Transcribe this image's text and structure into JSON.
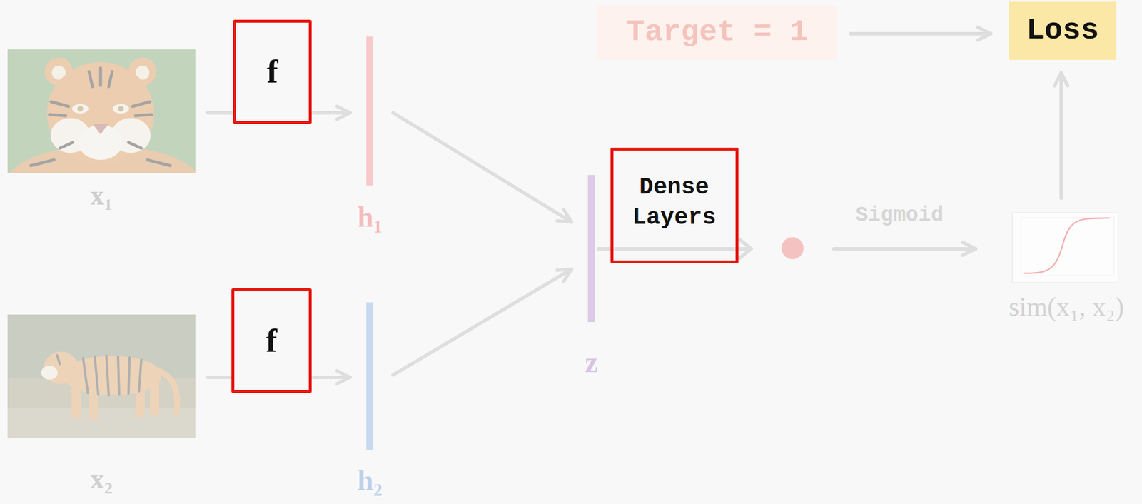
{
  "diagram": {
    "nodes": [
      {
        "text": [
          "x₁"
        ]
      },
      {
        "text": [
          "f"
        ]
      },
      {
        "text": [
          "x₂"
        ]
      },
      {
        "text": [
          "f"
        ]
      },
      {
        "text": [
          "h₁"
        ]
      },
      {
        "text": [
          "h₂"
        ]
      },
      {
        "text": [
          "z"
        ]
      },
      {
        "text": [
          "Dense Layers"
        ]
      },
      {
        "text": [
          "sim(x₁, x₂)"
        ]
      },
      {
        "text": [
          "Target = 1"
        ]
      },
      {
        "text": [
          "Loss"
        ]
      }
    ],
    "edges": [
      {
        "from": 0,
        "to": 1,
        "arrow": "none"
      },
      {
        "from": 1,
        "to": 4,
        "arrow": "to"
      },
      {
        "from": 2,
        "to": 3,
        "arrow": "none"
      },
      {
        "from": 3,
        "to": 5,
        "arrow": "to"
      },
      {
        "from": 4,
        "to": 6,
        "arrow": "to"
      },
      {
        "from": 5,
        "to": 6,
        "arrow": "to"
      },
      {
        "from": 6,
        "to": 7,
        "arrow": "none"
      },
      {
        "from": 7,
        "to": 8,
        "arrow": "to",
        "label": "Sigmoid"
      },
      {
        "from": 8,
        "to": 10,
        "arrow": "to"
      },
      {
        "from": 9,
        "to": 10,
        "arrow": "to"
      }
    ]
  }
}
